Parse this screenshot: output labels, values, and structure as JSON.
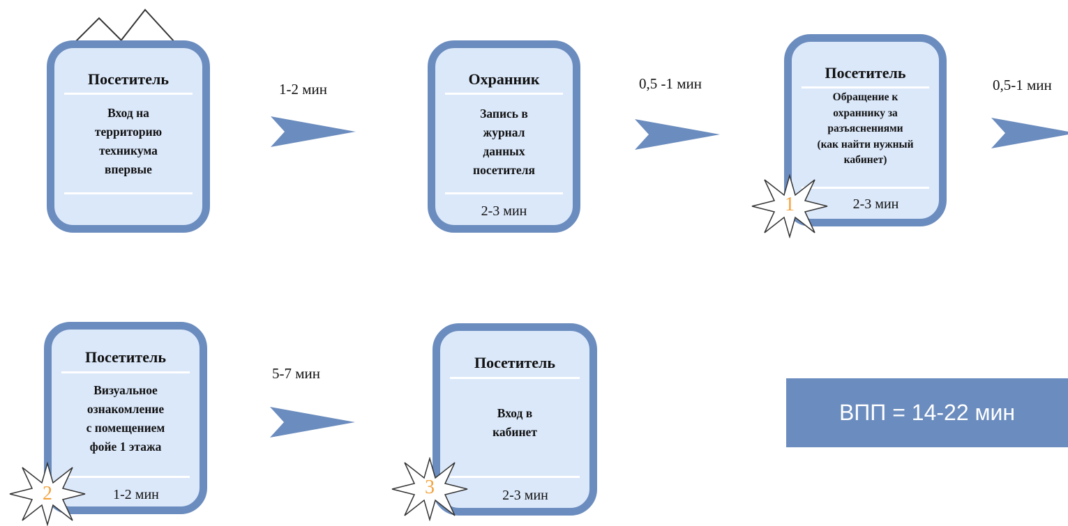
{
  "steps": [
    {
      "role": "Посетитель",
      "desc": [
        "Вход на",
        "территорию",
        "техникума",
        "впервые"
      ],
      "duration": ""
    },
    {
      "role": "Охранник",
      "desc": [
        "Запись в",
        "журнал",
        "данных",
        "посетителя"
      ],
      "duration": "2-3 мин"
    },
    {
      "role": "Посетитель",
      "desc": [
        "Обращение к",
        "охраннику за",
        "разъяснениями",
        "(как найти нужный",
        "кабинет)"
      ],
      "duration": "2-3 мин"
    },
    {
      "role": "Посетитель",
      "desc": [
        "Визуальное",
        "ознакомление",
        "с помещением",
        "фойе 1 этажа"
      ],
      "duration": "1-2 мин"
    },
    {
      "role": "Посетитель",
      "desc": [
        "Вход в",
        "кабинет"
      ],
      "duration": "2-3 мин"
    }
  ],
  "transitions": [
    "1-2 мин",
    "0,5 -1 мин",
    "0,5-1 мин",
    "5-7 мин"
  ],
  "problem_markers": [
    "1",
    "2",
    "3"
  ],
  "summary": "ВПП = 14-22 мин",
  "colors": {
    "box_border": "#6b8cbe",
    "box_fill": "#dbe8fa",
    "arrow": "#6b8cbe",
    "marker_number": "#f2a23c",
    "summary_fill": "#6b8cbe"
  }
}
